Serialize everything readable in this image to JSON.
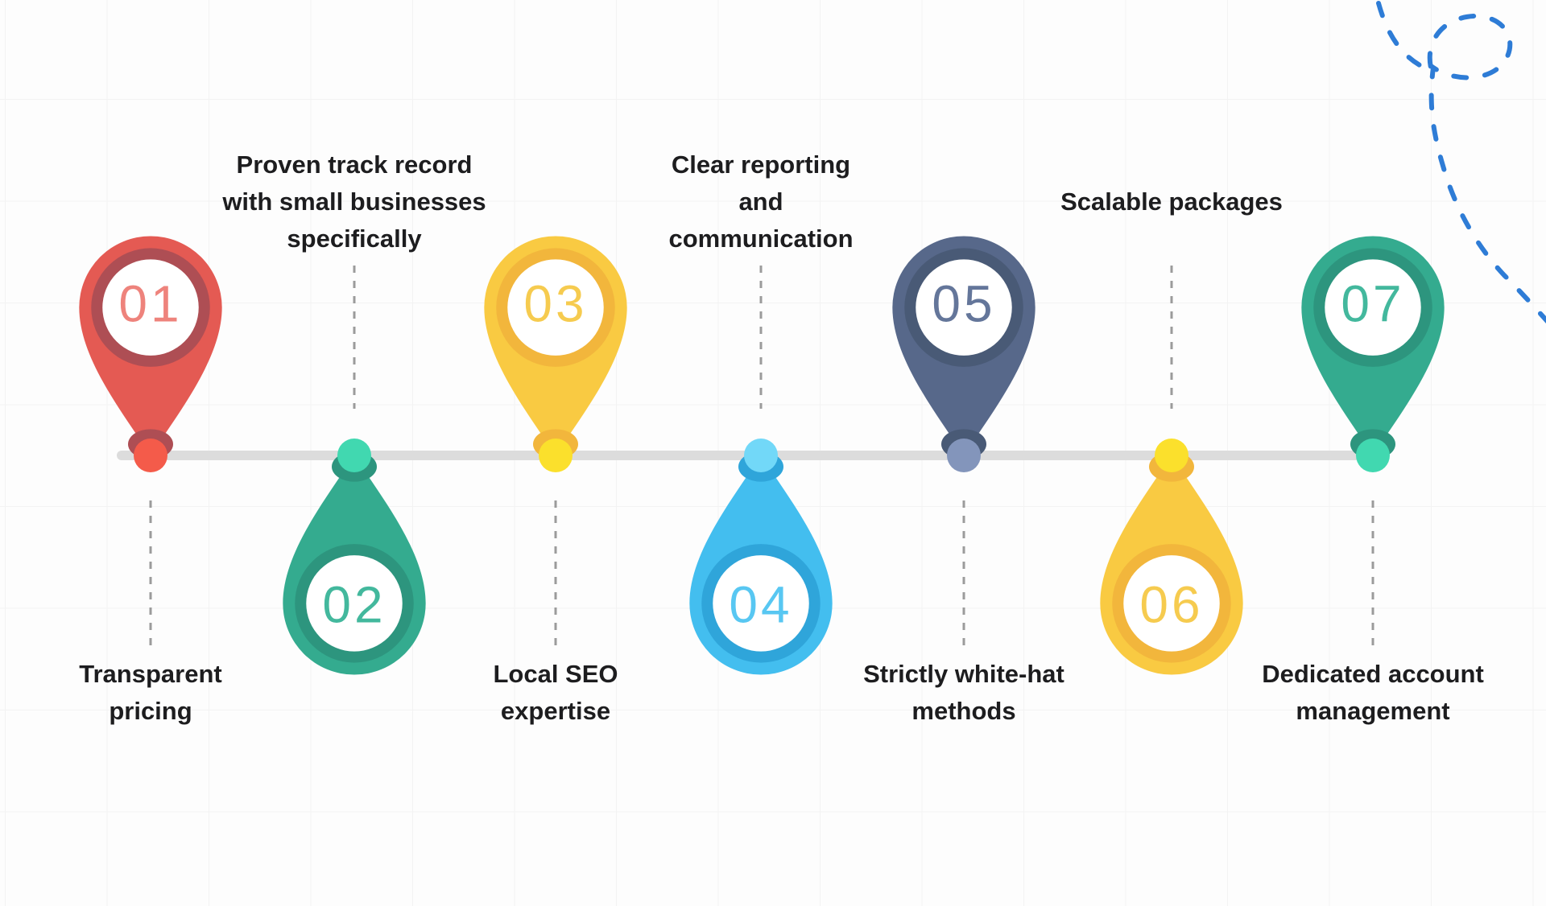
{
  "theme": {
    "background": "#FDFDFD",
    "grid_line": "#F3F3F3",
    "timeline": "#DCDCDC",
    "connector": "#9B9B9B",
    "curve": "#2E7CD6",
    "text": "#1D1D1F"
  },
  "pins": [
    {
      "number": "01",
      "label": "Transparent\npricing",
      "marker_direction": "down",
      "label_position": "below-timeline",
      "colors": {
        "body": "#E45A53",
        "ring": "#AE4E54",
        "number": "#EE837C",
        "dot": "#F45B4A"
      }
    },
    {
      "number": "02",
      "label": "Proven track record\nwith small businesses\nspecifically",
      "marker_direction": "up",
      "label_position": "above-timeline",
      "colors": {
        "body": "#34AB8F",
        "ring": "#2D957E",
        "number": "#43B89D",
        "dot": "#41D8B0"
      }
    },
    {
      "number": "03",
      "label": "Local SEO\nexpertise",
      "marker_direction": "down",
      "label_position": "below-timeline",
      "colors": {
        "body": "#F9CA42",
        "ring": "#F2B63C",
        "number": "#F6CB4F",
        "dot": "#FBE02C"
      }
    },
    {
      "number": "04",
      "label": "Clear reporting\nand\ncommunication",
      "marker_direction": "up",
      "label_position": "above-timeline",
      "colors": {
        "body": "#43BEEF",
        "ring": "#2FA5DA",
        "number": "#58C7F2",
        "dot": "#72D8F8"
      }
    },
    {
      "number": "05",
      "label": "Strictly white-hat\nmethods",
      "marker_direction": "down",
      "label_position": "below-timeline",
      "colors": {
        "body": "#57688A",
        "ring": "#495A76",
        "number": "#64769A",
        "dot": "#8395BB"
      }
    },
    {
      "number": "06",
      "label": "Scalable packages",
      "marker_direction": "up",
      "label_position": "above-timeline",
      "colors": {
        "body": "#F9CA42",
        "ring": "#F2B63C",
        "number": "#F6CB4F",
        "dot": "#FBE02C"
      }
    },
    {
      "number": "07",
      "label": "Dedicated account\nmanagement",
      "marker_direction": "down",
      "label_position": "below-timeline",
      "colors": {
        "body": "#34AB8F",
        "ring": "#2D957E",
        "number": "#43B89D",
        "dot": "#41D8B0"
      }
    }
  ]
}
